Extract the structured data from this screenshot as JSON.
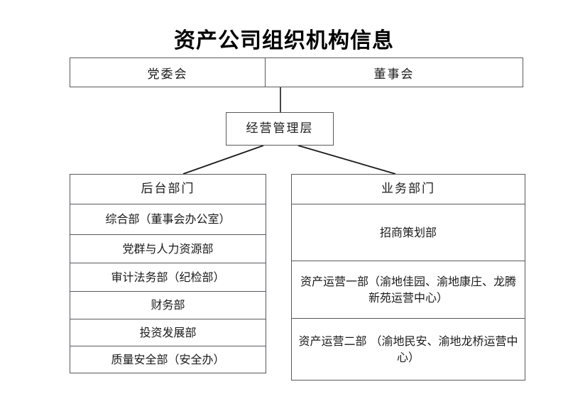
{
  "document": {
    "title": "资产公司组织机构信息"
  },
  "chart_data": {
    "type": "diagram",
    "title": "资产公司组织机构信息",
    "orientation": "top-down",
    "levels": [
      {
        "level": 1,
        "nodes": [
          "党委会",
          "董事会"
        ]
      },
      {
        "level": 2,
        "nodes": [
          "经营管理层"
        ]
      },
      {
        "level": 3,
        "nodes": [
          "后台部门",
          "业务部门"
        ]
      }
    ],
    "edges": [
      {
        "from": "党委会/董事会",
        "to": "经营管理层"
      },
      {
        "from": "经营管理层",
        "to": "后台部门"
      },
      {
        "from": "经营管理层",
        "to": "业务部门"
      }
    ],
    "back_office_departments": [
      "综合部（董事会办公室）",
      "党群与人力资源部",
      "审计法务部（纪检部）",
      "财务部",
      "投资发展部",
      "质量安全部（安全办）"
    ],
    "business_departments": [
      "招商策划部",
      "资产运营一部（渝地佳园、渝地康庄、龙腾新苑运营中心）",
      "资产运营二部 （渝地民安、渝地龙桥运营中心）"
    ],
    "colors": {
      "background": "#ffffff",
      "border": "#555a5e",
      "text": "#1a1a1a",
      "title": "#000000"
    }
  },
  "top_row": {
    "left_cell": "党委会",
    "right_cell": "董事会"
  },
  "management": {
    "label": "经营管理层"
  },
  "back_office": {
    "header": "后台部门",
    "rows": [
      "综合部（董事会办公室）",
      "党群与人力资源部",
      "审计法务部（纪检部）",
      "财务部",
      "投资发展部",
      "质量安全部（安全办）"
    ]
  },
  "business": {
    "header": "业务部门",
    "rows": [
      "招商策划部",
      "资产运营一部（渝地佳园、渝地康庄、龙腾新苑运营中心）",
      "资产运营二部 （渝地民安、渝地龙桥运营中心）"
    ]
  }
}
